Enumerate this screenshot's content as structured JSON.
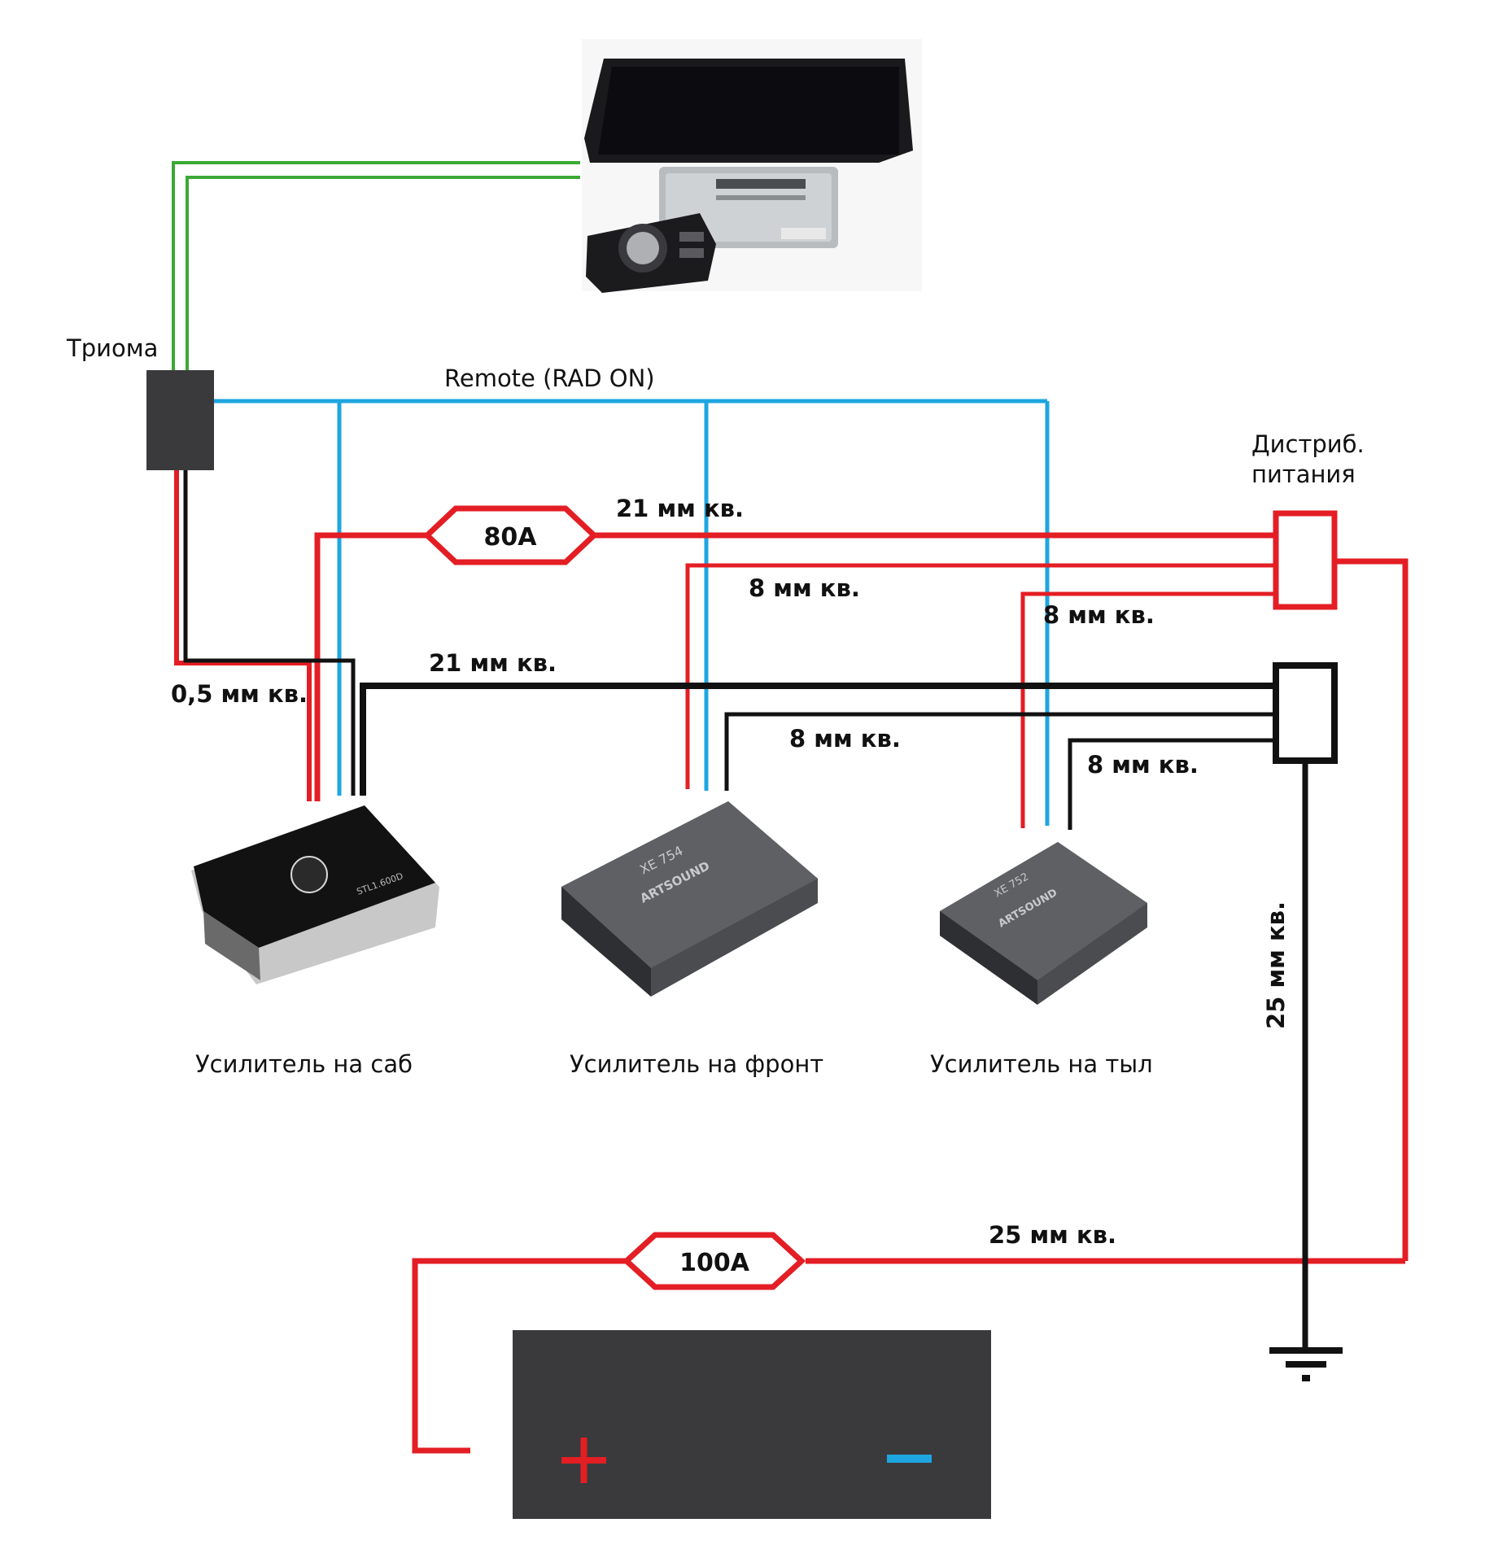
{
  "components": {
    "triome_label": "Триома",
    "distributor_label_line1": "Дистриб.",
    "distributor_label_line2": "питания",
    "amp_sub_label": "Усилитель на саб",
    "amp_front_label": "Усилитель на фронт",
    "amp_rear_label": "Усилитель на тыл",
    "head_unit": "head unit with screen and iDrive controller"
  },
  "wires": {
    "remote_label": "Remote (RAD ON)",
    "power_main_sub": "21 мм кв.",
    "power_front": "8 мм кв.",
    "power_rear": "8 мм кв.",
    "ground_main_sub": "21 мм кв.",
    "ground_front": "8 мм кв.",
    "ground_rear": "8 мм кв.",
    "triome_feed": "0,5 мм кв.",
    "battery_main": "25 мм кв.",
    "ground_vertical": "25 мм кв."
  },
  "fuses": {
    "amp_fuse": "80A",
    "battery_fuse": "100A"
  },
  "amp_models": {
    "sub": "STL1.600D",
    "front": "XE 754",
    "rear": "XE 752",
    "brand": "ARTSOUND"
  },
  "battery": {
    "plus": "+",
    "minus": "−"
  },
  "colors": {
    "power": "#e31e24",
    "ground": "#111111",
    "remote": "#1ea6e0",
    "signal": "#3aa935",
    "battery_body": "#3a3a3c"
  }
}
